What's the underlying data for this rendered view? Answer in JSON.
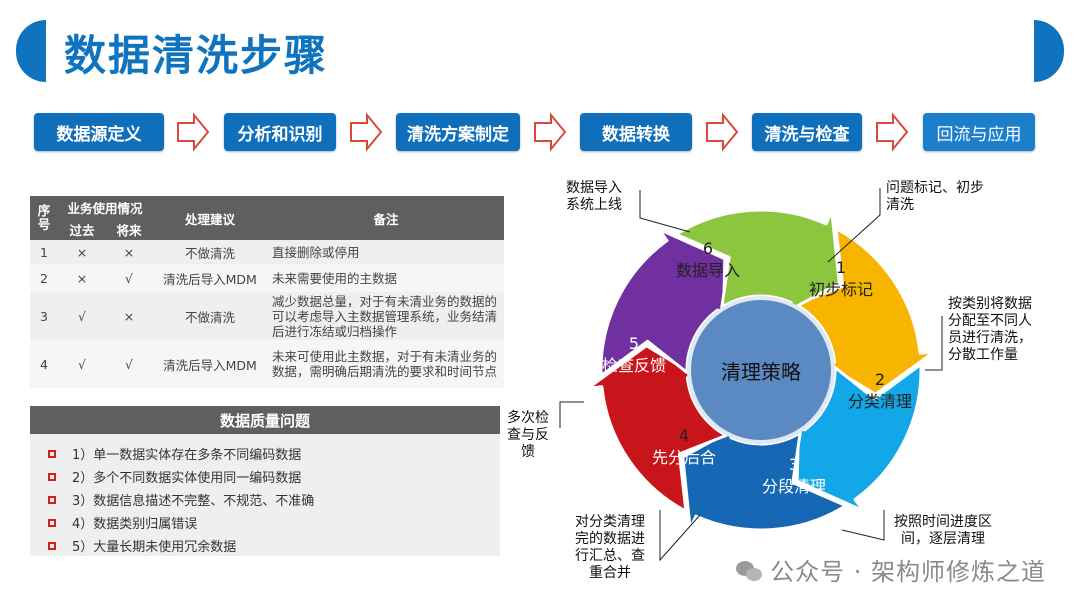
{
  "title": "数据清洗步骤",
  "steps": [
    "数据源定义",
    "分析和识别",
    "清洗方案制定",
    "数据转换",
    "清洗与检查",
    "回流与应用"
  ],
  "table": {
    "headers": {
      "seq": "序号",
      "usage": "业务使用情况",
      "past": "过去",
      "future": "将来",
      "advice": "处理建议",
      "note": "备注"
    },
    "rows": [
      {
        "seq": "1",
        "past": "×",
        "future": "×",
        "advice": "不做清洗",
        "note": "直接删除或停用"
      },
      {
        "seq": "2",
        "past": "×",
        "future": "√",
        "advice": "清洗后导入MDM",
        "note": "未来需要使用的主数据"
      },
      {
        "seq": "3",
        "past": "√",
        "future": "×",
        "advice": "不做清洗",
        "note": "减少数据总量，对于有未清业务的数据的可以考虑导入主数据管理系统，业务结清后进行冻结或归档操作"
      },
      {
        "seq": "4",
        "past": "√",
        "future": "√",
        "advice": "清洗后导入MDM",
        "note": "未来可使用此主数据，对于有未清业务的数据，需明确后期清洗的要求和时间节点"
      }
    ]
  },
  "quality": {
    "title": "数据质量问题",
    "items": [
      "1）单一数据实体存在多条不同编码数据",
      "2）多个不同数据实体使用同一编码数据",
      "3）数据信息描述不完整、不规范、不准确",
      "4）数据类别归属错误",
      "5）大量长期未使用冗余数据"
    ]
  },
  "cycle": {
    "center": "清理策略",
    "segments": [
      {
        "num": "1",
        "label": "初步标记",
        "color": "#f7b500"
      },
      {
        "num": "2",
        "label": "分类清理",
        "color": "#12a7e6"
      },
      {
        "num": "3",
        "label": "分段清理",
        "color": "#1668b4"
      },
      {
        "num": "4",
        "label": "先分后合",
        "color": "#c8151b"
      },
      {
        "num": "5",
        "label": "检查反馈",
        "color": "#7030a0"
      },
      {
        "num": "6",
        "label": "数据导入",
        "color": "#8cc63f"
      }
    ],
    "callouts": {
      "c1": "问题标记、初步\n清洗",
      "c2": "按类别将数据\n分配至不同人\n员进行清洗，\n分散工作量",
      "c3": "按照时间进度区\n间，逐层清理",
      "c4": "对分类清理\n完的数据进\n行汇总、查\n重合并",
      "c5": "多次检\n查与反\n馈",
      "c6": "数据导入\n系统上线"
    }
  },
  "watermark": "公众号 · 架构师修炼之道"
}
